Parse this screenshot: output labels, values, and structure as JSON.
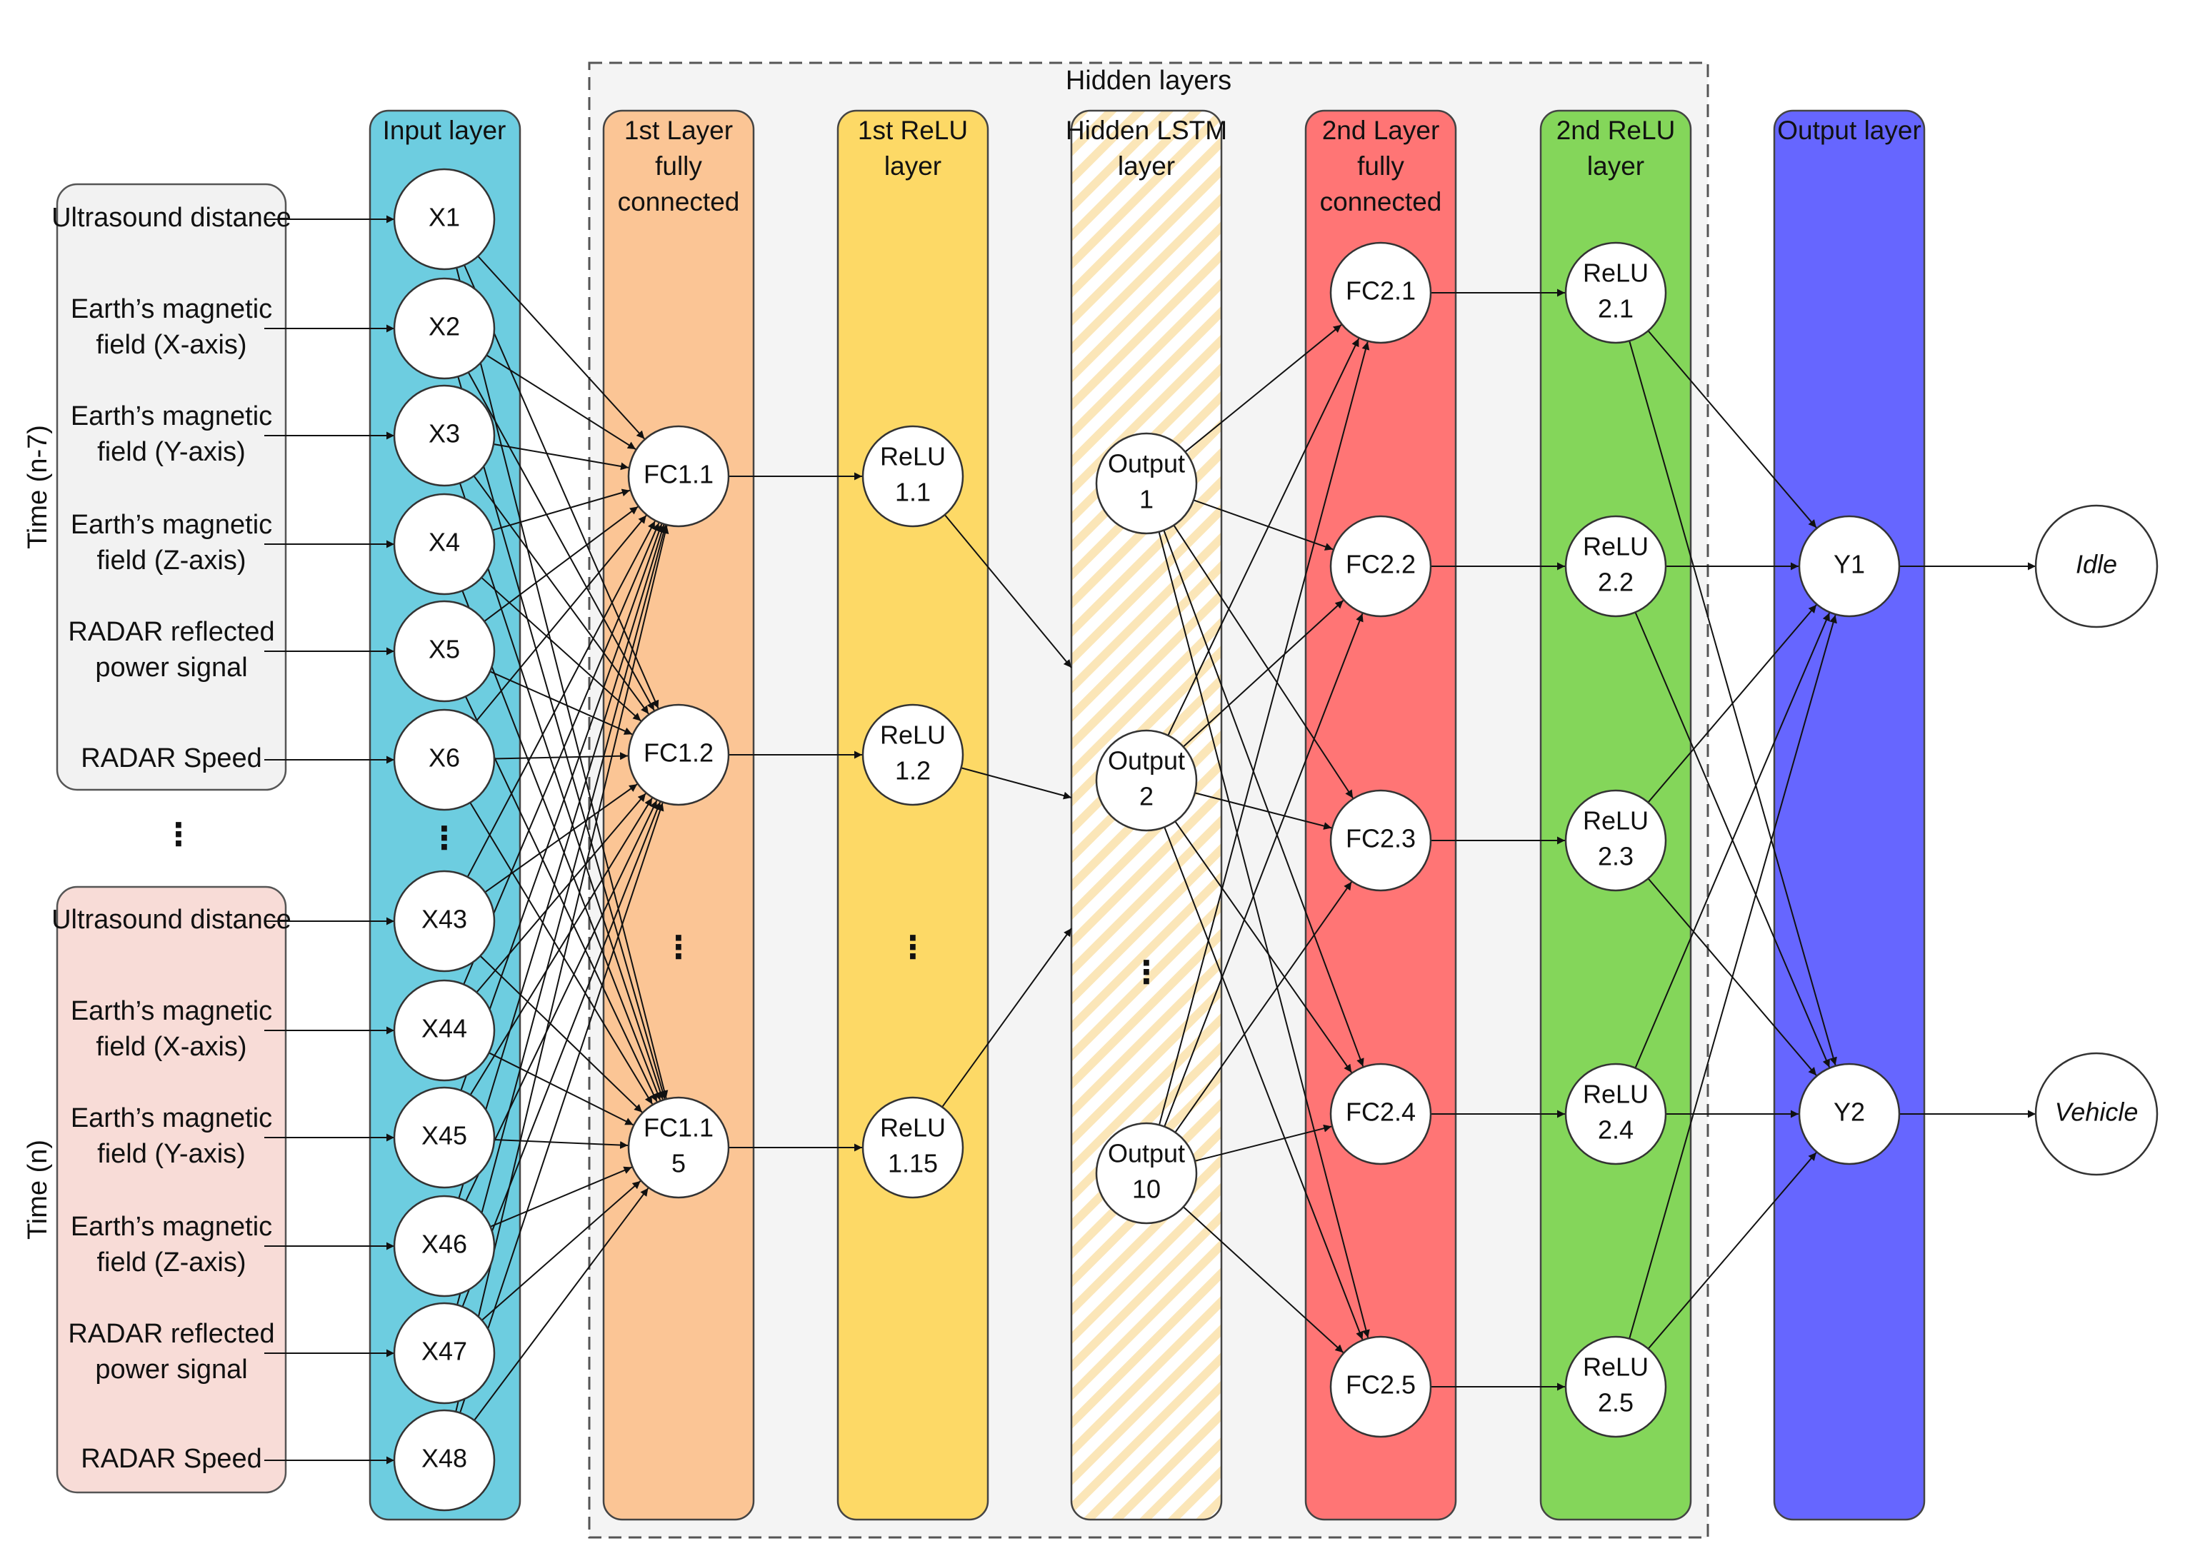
{
  "hidden_group": {
    "title": "Hidden layers"
  },
  "time_groups": [
    {
      "label": "Time (n-7)",
      "fill": "#f2f2f2",
      "inputs": [
        "Ultrasound distance",
        "Earth’s magnetic field (X-axis)",
        "Earth’s magnetic field (Y-axis)",
        "Earth’s magnetic field (Z-axis)",
        "RADAR reflected power signal",
        "RADAR Speed"
      ]
    },
    {
      "label": "Time (n)",
      "fill": "#f8dcd7",
      "inputs": [
        "Ultrasound distance",
        "Earth’s magnetic field (X-axis)",
        "Earth’s magnetic field (Y-axis)",
        "Earth’s magnetic field (Z-axis)",
        "RADAR reflected power signal",
        "RADAR Speed"
      ]
    }
  ],
  "layers": [
    {
      "id": "input",
      "title": "Input layer",
      "color": "#6dcde0",
      "nodes": [
        "X1",
        "X2",
        "X3",
        "X4",
        "X5",
        "X6",
        "X43",
        "X44",
        "X45",
        "X46",
        "X47",
        "X48"
      ]
    },
    {
      "id": "fc1",
      "title": "1st Layer fully connected",
      "color": "#fbc595",
      "nodes": [
        "FC1.1",
        "FC1.2",
        "FC1.15"
      ]
    },
    {
      "id": "relu1",
      "title": "1st ReLU layer",
      "color": "#fdd966",
      "nodes": [
        "ReLU 1.1",
        "ReLU 1.2",
        "ReLU 1.15"
      ]
    },
    {
      "id": "lstm",
      "title": "Hidden LSTM layer",
      "color": "#fff4dc",
      "nodes": [
        "Output 1",
        "Output 2",
        "Output 10"
      ]
    },
    {
      "id": "fc2",
      "title": "2nd Layer fully connected",
      "color": "#ff7575",
      "nodes": [
        "FC2.1",
        "FC2.2",
        "FC2.3",
        "FC2.4",
        "FC2.5"
      ]
    },
    {
      "id": "relu2",
      "title": "2nd ReLU layer",
      "color": "#84d65a",
      "nodes": [
        "ReLU 2.1",
        "ReLU 2.2",
        "ReLU 2.3",
        "ReLU 2.4",
        "ReLU 2.5"
      ]
    },
    {
      "id": "output",
      "title": "Output layer",
      "color": "#6666ff",
      "nodes": [
        "Y1",
        "Y2"
      ]
    }
  ],
  "classes": [
    "Idle",
    "Vehicle"
  ],
  "ellipsis": "⋮"
}
